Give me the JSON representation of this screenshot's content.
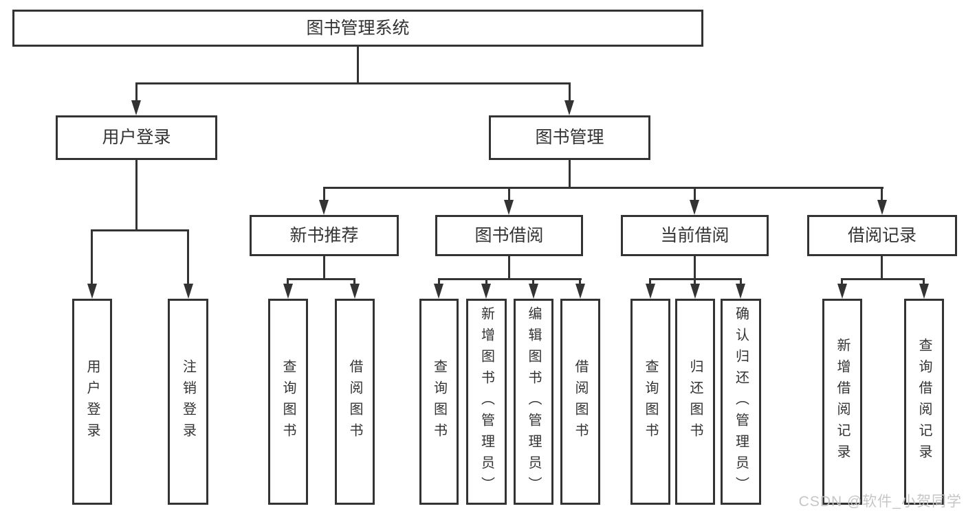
{
  "tree": {
    "root": {
      "label": "图书管理系统"
    },
    "children": [
      {
        "label": "用户登录",
        "children": [
          {
            "label": "用户登录"
          },
          {
            "label": "注销登录"
          }
        ]
      },
      {
        "label": "图书管理",
        "children": [
          {
            "label": "新书推荐",
            "children": [
              {
                "label": "查询图书"
              },
              {
                "label": "借阅图书"
              }
            ]
          },
          {
            "label": "图书借阅",
            "children": [
              {
                "label": "查询图书"
              },
              {
                "label": "新增图书（管理员）"
              },
              {
                "label": "编辑图书（管理员）"
              },
              {
                "label": "借阅图书"
              }
            ]
          },
          {
            "label": "当前借阅",
            "children": [
              {
                "label": "查询图书"
              },
              {
                "label": "归还图书"
              },
              {
                "label": "确认归还（管理员）"
              }
            ]
          },
          {
            "label": "借阅记录",
            "children": [
              {
                "label": "新增借阅记录"
              },
              {
                "label": "查询借阅记录"
              }
            ]
          }
        ]
      }
    ]
  },
  "watermark": "CSDN @软件_小贺同学",
  "colors": {
    "line": "#333333",
    "text": "#333333",
    "watermark": "#c3c3c3",
    "background": "#ffffff"
  }
}
